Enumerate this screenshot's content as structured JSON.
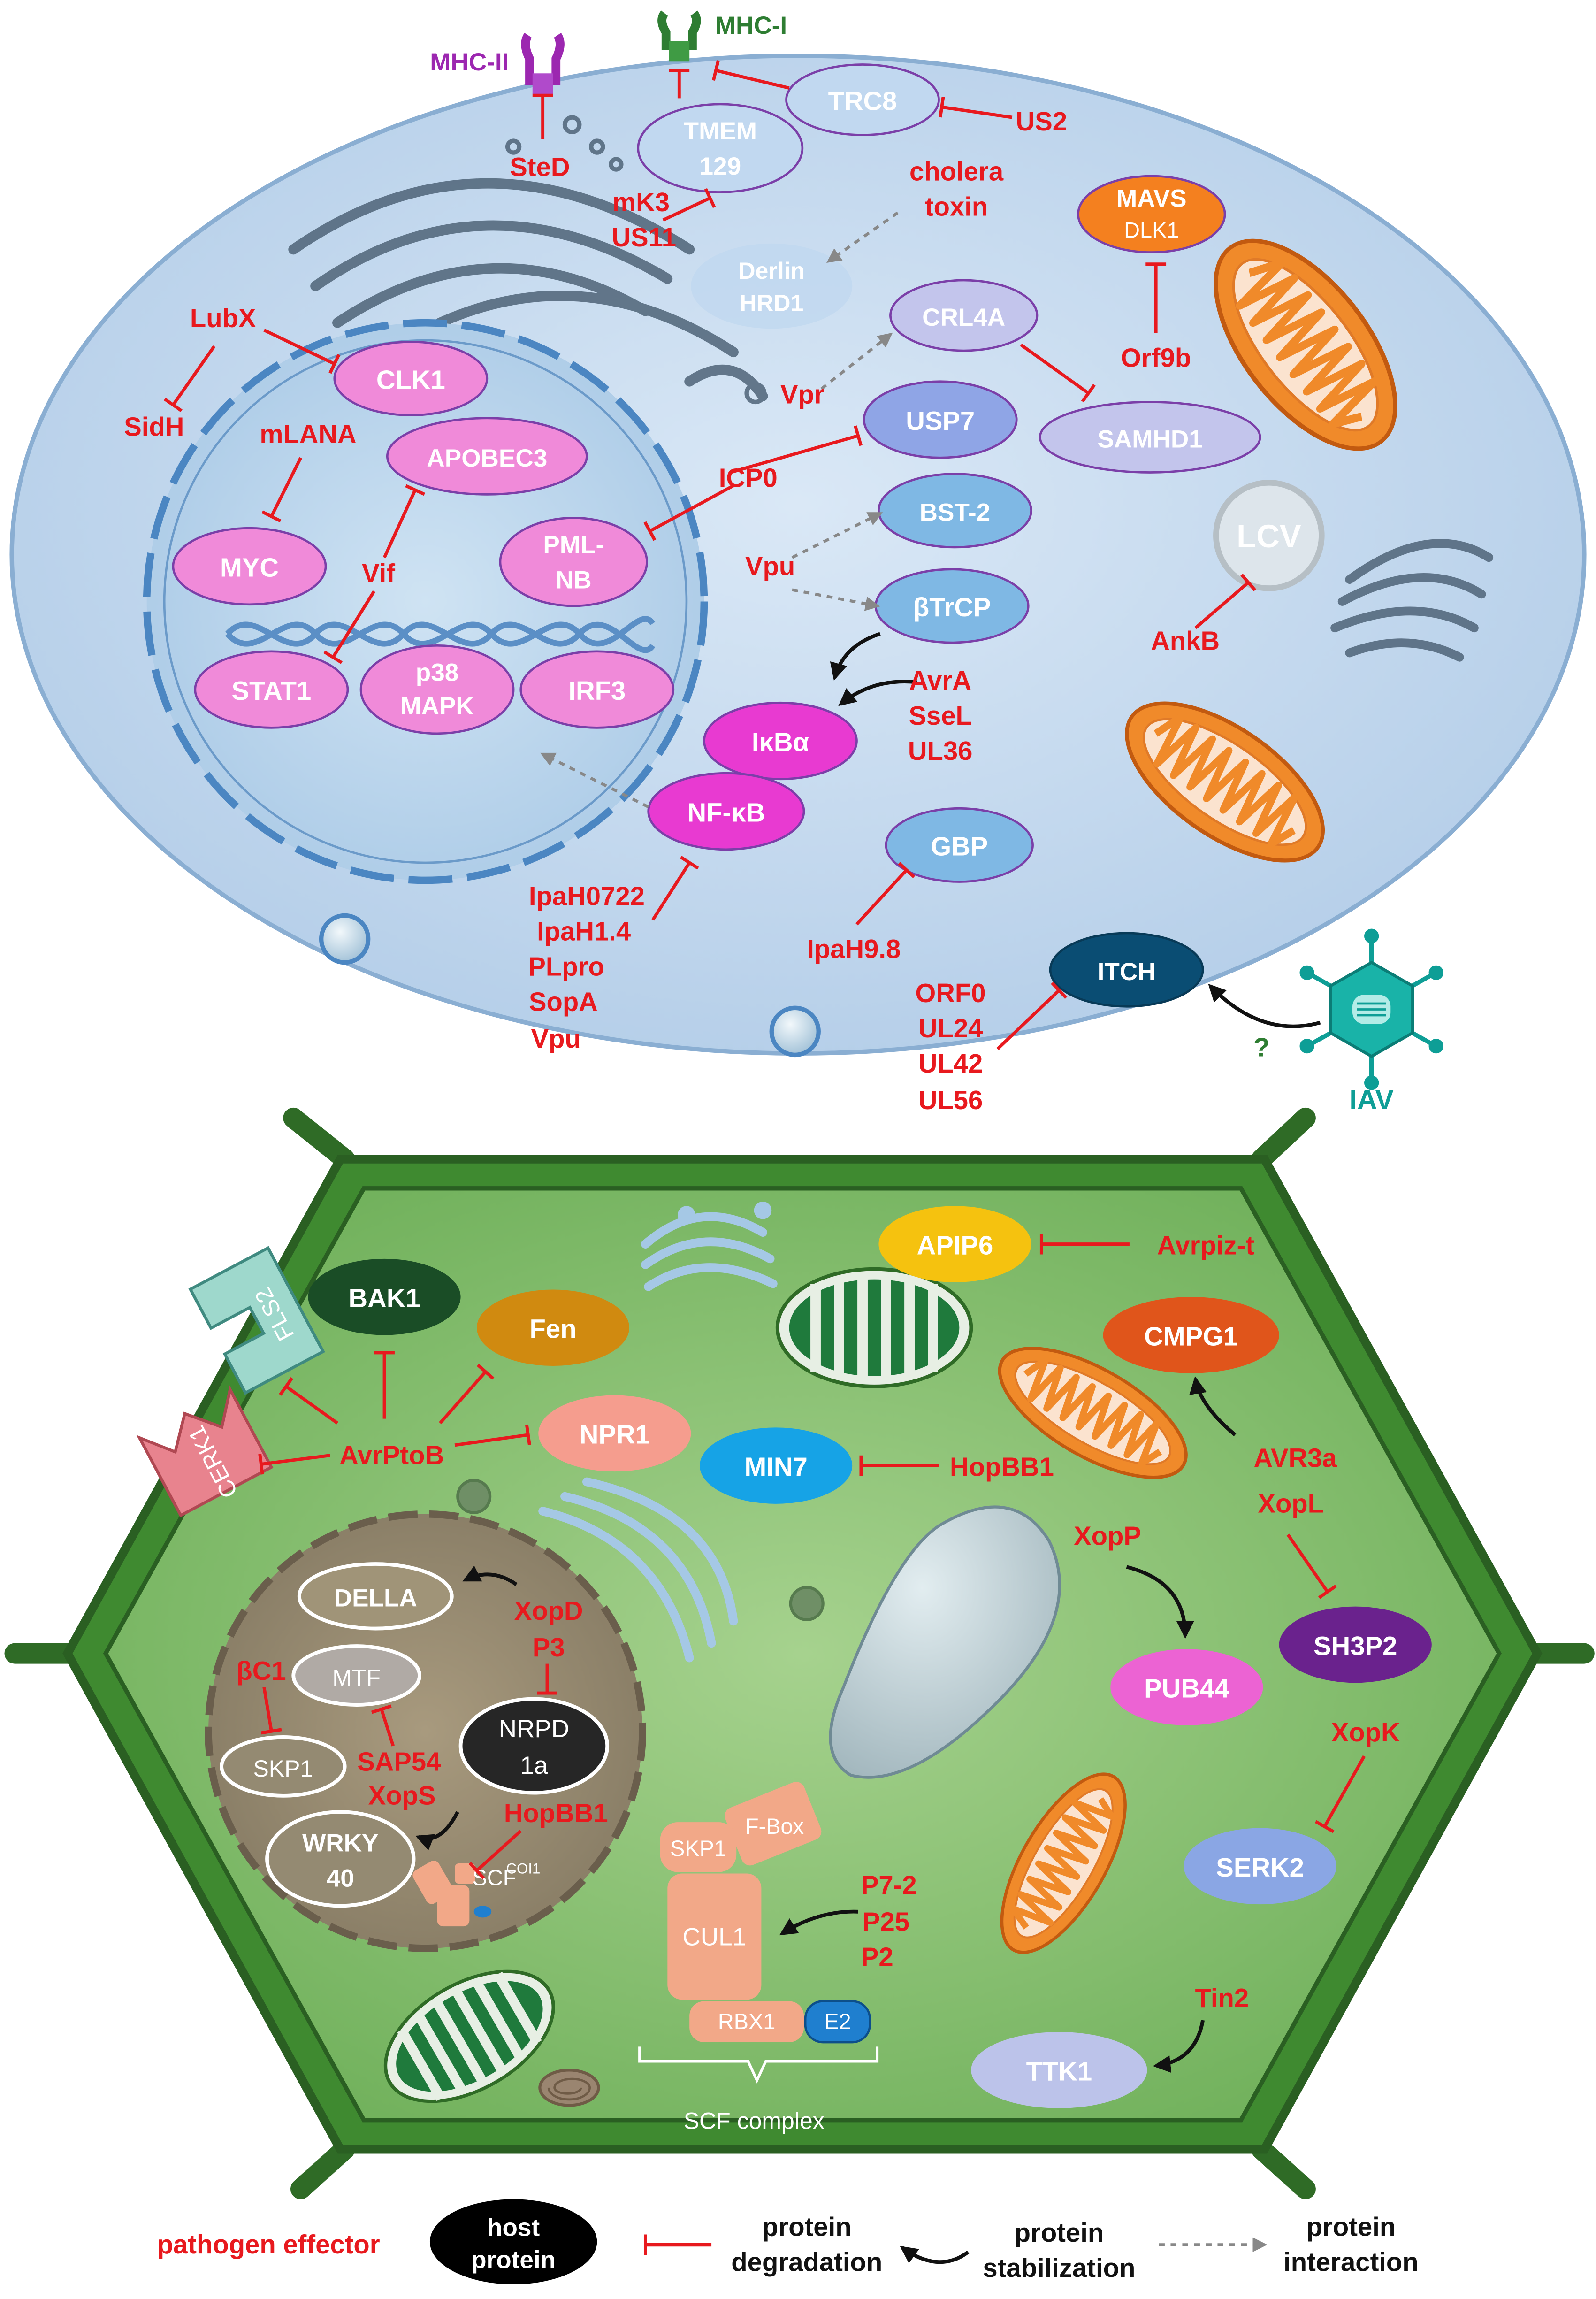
{
  "animal_cell": {
    "receptors": {
      "mhc_ii": "MHC-II",
      "mhc_i": "MHC-I"
    },
    "host_proteins": {
      "trc8": "TRC8",
      "tmem129": [
        "TMEM",
        "129"
      ],
      "derlin_hrd1": [
        "Derlin",
        "HRD1"
      ],
      "crl4a": "CRL4A",
      "samhd1": "SAMHD1",
      "mavs_dlk1": [
        "MAVS",
        "DLK1"
      ],
      "usp7": "USP7",
      "bst2": "BST-2",
      "btrcp": "βTrCP",
      "clk1": "CLK1",
      "apobec3": "APOBEC3",
      "myc": "MYC",
      "pml_nb": [
        "PML-",
        "NB"
      ],
      "stat1": "STAT1",
      "p38_mapk": [
        "p38",
        "MAPK"
      ],
      "irf3": "IRF3",
      "ikba": "IκBα",
      "nfkb": "NF-κB",
      "gbp": "GBP",
      "itch": "ITCH",
      "lcv": "LCV"
    },
    "effectors": {
      "sted": "SteD",
      "mk3_us11": [
        "mK3",
        "US11"
      ],
      "us2": "US2",
      "cholera_toxin": [
        "cholera",
        "toxin"
      ],
      "lubx": "LubX",
      "sidh": "SidH",
      "mlana": "mLANA",
      "vif": "Vif",
      "icp0": "ICP0",
      "vpr": "Vpr",
      "vpu": "Vpu",
      "orf9b": "Orf9b",
      "ankb": "AnkB",
      "avra_group": [
        "AvrA",
        "SseL",
        "UL36"
      ],
      "nfkb_group": [
        "IpaH0722",
        "IpaH1.4",
        "PLpro",
        "SopA",
        "Vpu"
      ],
      "ipah98": "IpaH9.8",
      "itch_group": [
        "ORF0",
        "UL24",
        "UL42",
        "UL56"
      ],
      "question": "?",
      "iav": "IAV"
    }
  },
  "plant_cell": {
    "host_proteins": {
      "bak1": "BAK1",
      "fen": "Fen",
      "fls2": "FLS2",
      "cerk1": "CERK1",
      "npr1": "NPR1",
      "min7": "MIN7",
      "apip6": "APIP6",
      "cmpg1": "CMPG1",
      "sh3p2": "SH3P2",
      "pub44": "PUB44",
      "serk2": "SERK2",
      "ttk1": "TTK1",
      "della": "DELLA",
      "mtf": "MTF",
      "skp1_nuc": "SKP1",
      "nrpd1a": [
        "NRPD",
        "1a"
      ],
      "wrky40": [
        "WRKY",
        "40"
      ],
      "scf_coi1": "SCF",
      "scf_coi1_sup": "COI1"
    },
    "effectors": {
      "avrptob": "AvrPtoB",
      "hopbb1_cyto": "HopBB1",
      "avrpizt": "Avrpiz-t",
      "avr3a_xopl": [
        "AVR3a",
        "XopL"
      ],
      "xopp": "XopP",
      "xopk": "XopK",
      "tin2": "Tin2",
      "xopd_p3": [
        "XopD",
        "P3"
      ],
      "bc1": "βC1",
      "sap54": "SAP54",
      "xops": "XopS",
      "hopbb1_nuc": "HopBB1",
      "p_group": [
        "P7-2",
        "P25",
        "P2"
      ]
    },
    "scf_complex": {
      "skp1": "SKP1",
      "fbox": "F-Box",
      "cul1": "CUL1",
      "rbx1": "RBX1",
      "e2": "E2",
      "label": "SCF complex"
    }
  },
  "legend": {
    "pathogen_effector": "pathogen effector",
    "host_protein": [
      "host",
      "protein"
    ],
    "protein_degradation": [
      "protein",
      "degradation"
    ],
    "protein_stabilization": [
      "protein",
      "stabilization"
    ],
    "protein_interaction": [
      "protein",
      "interaction"
    ]
  },
  "colors": {
    "effector_red": "#e8191e",
    "green_label": "#2e7d32",
    "purple_label": "#9c27b0",
    "teal_iav": "#0e9e96",
    "animal_cytoplasm": "#c4daf0",
    "plant_cytoplasm": "#8ec17a",
    "plant_wall": "#2f6b26"
  }
}
